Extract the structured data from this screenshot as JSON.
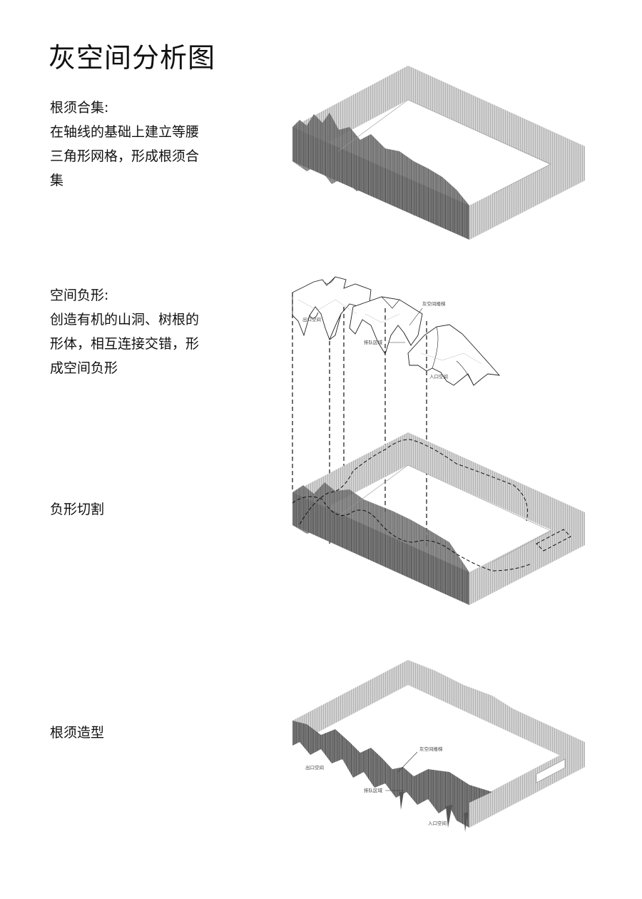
{
  "title": "灰空间分析图",
  "sections": [
    {
      "lines": [
        "根须合集:",
        "在轴线的基础上建立等腰",
        "三角形网格，形成根须合",
        "集"
      ]
    },
    {
      "lines": [
        "空间负形:",
        "创造有机的山洞、树根的",
        "形体，相互连接交错，形",
        "成空间负形"
      ]
    },
    {
      "lines": [
        "负形切割"
      ]
    },
    {
      "lines": [
        "根须造型"
      ]
    }
  ],
  "diagram_labels": {
    "exit_space": "出口空间",
    "gray_stair": "灰空间楼梯",
    "queue_area": "排队区域",
    "entry_space": "入口空间"
  }
}
